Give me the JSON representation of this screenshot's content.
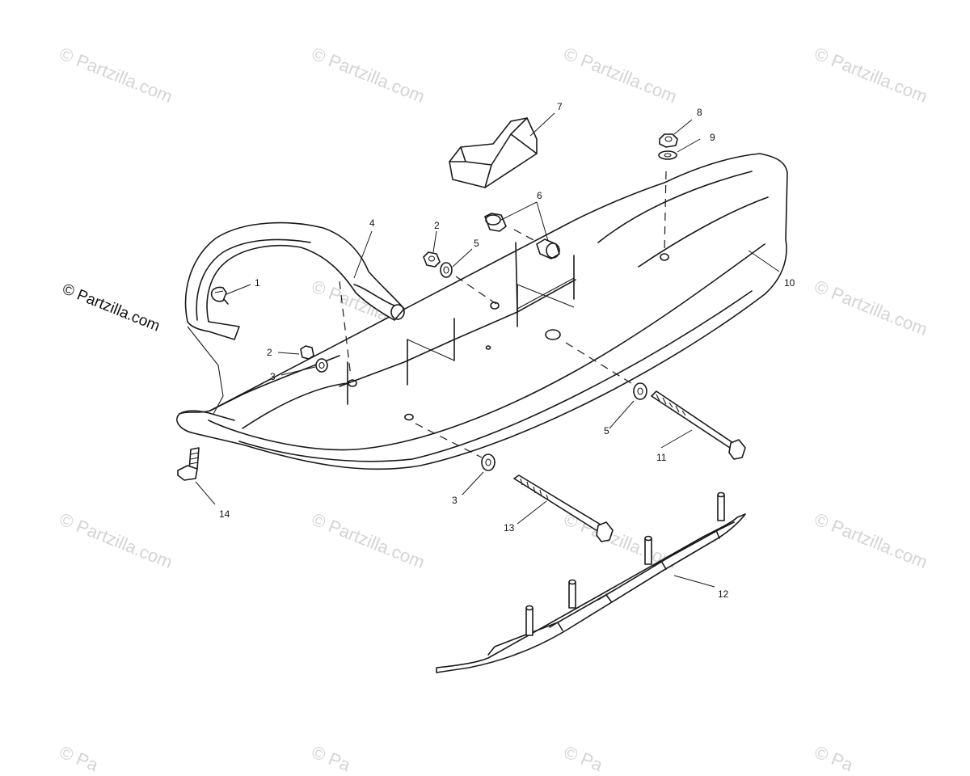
{
  "watermark": {
    "text": "© Partzilla.com",
    "side_text": "© Partzilla.com",
    "bottom_text": "© Pa",
    "color": "#d4d4d4"
  },
  "callouts": {
    "c1": "1",
    "c2a": "2",
    "c2b": "2",
    "c3a": "3",
    "c3b": "3",
    "c4": "4",
    "c5a": "5",
    "c5b": "5",
    "c6": "6",
    "c7": "7",
    "c8": "8",
    "c9": "9",
    "c10": "10",
    "c11": "11",
    "c12": "12",
    "c13": "13",
    "c14": "14"
  }
}
